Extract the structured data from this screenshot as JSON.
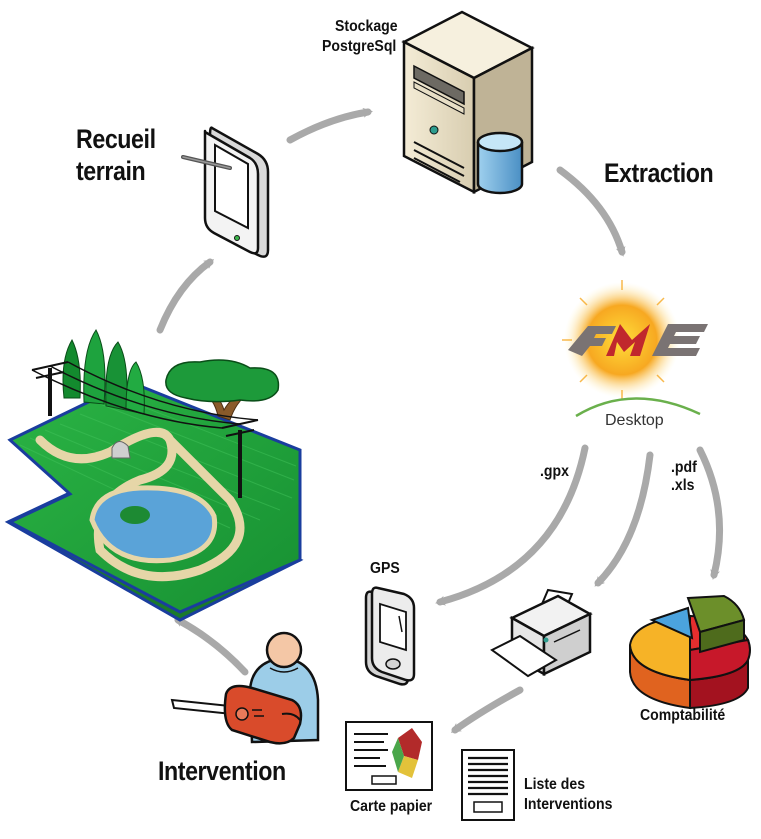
{
  "labels": {
    "stockage_line1": "Stockage",
    "stockage_line2": "PostgreSql",
    "recueil_line1": "Recueil",
    "recueil_line2": "terrain",
    "extraction": "Extraction",
    "fme_sub": "Desktop",
    "gpx": ".gpx",
    "pdf": ".pdf",
    "xls": ".xls",
    "gps": "GPS",
    "comptabilite": "Comptabilité",
    "intervention": "Intervention",
    "carte_papier": "Carte papier",
    "liste_line1": "Liste des",
    "liste_line2": "Interventions"
  },
  "colors": {
    "arrow": "#a9a9a9",
    "grass": "#21a63a",
    "water": "#5aa3d8",
    "path": "#e6d6a8",
    "fme_red": "#c0272d",
    "fme_gray": "#7a7373"
  },
  "icons": [
    "server-icon",
    "database-icon",
    "tablet-icon",
    "fme-logo-icon",
    "gps-device-icon",
    "printer-icon",
    "pie-chart-icon",
    "worker-chainsaw-icon",
    "paper-map-icon",
    "document-list-icon",
    "park-map-icon"
  ]
}
